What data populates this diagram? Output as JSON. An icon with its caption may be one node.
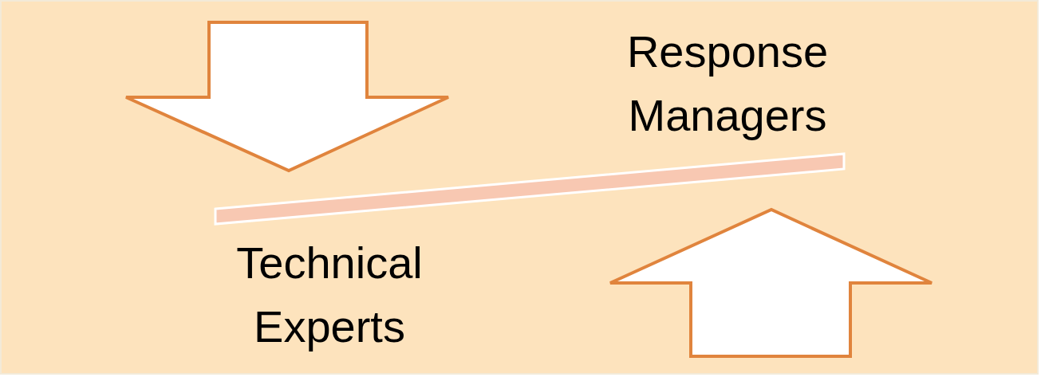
{
  "diagram": {
    "nodes": [
      {
        "text": [],
        "shape": "bar"
      }
    ],
    "labels": [
      "Response Managers",
      "Technical Experts"
    ]
  }
}
